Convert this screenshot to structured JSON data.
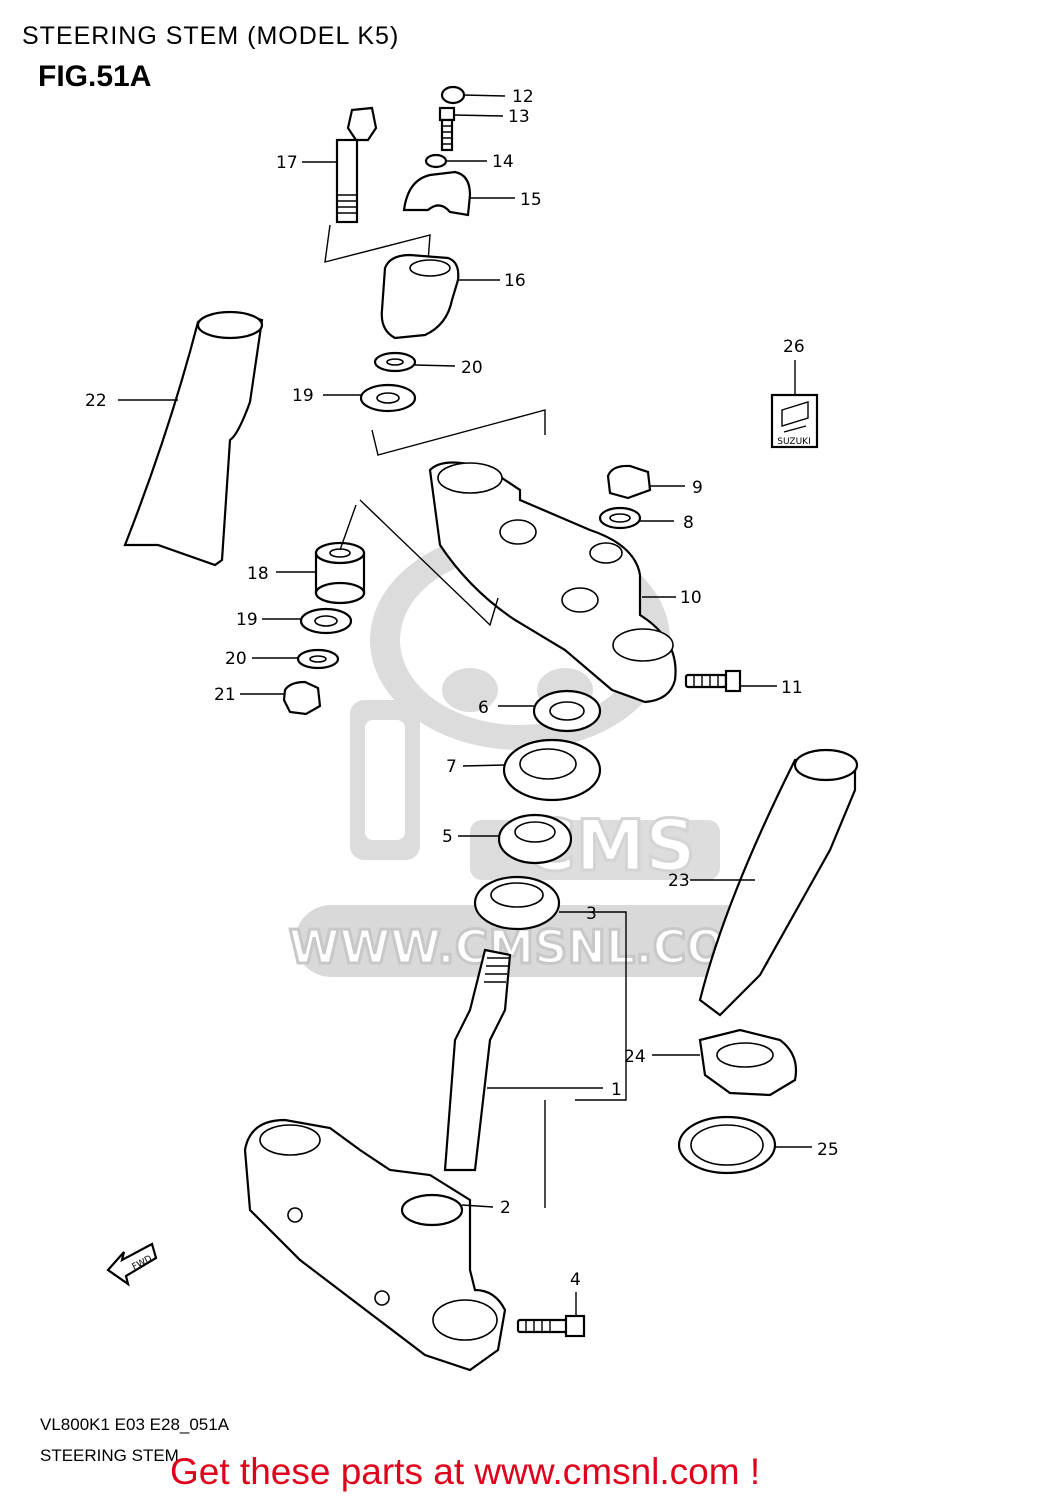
{
  "header": {
    "title": "STEERING STEM (MODEL K5)",
    "figure": "FIG.51A"
  },
  "watermark": {
    "url_text": "WWW.CMSNL.COM",
    "logo_text": "CMS"
  },
  "emblem": {
    "text": "SUZUKI"
  },
  "fwd_arrow": {
    "text": "FWD"
  },
  "callouts": {
    "c1": "1",
    "c2": "2",
    "c3": "3",
    "c4": "4",
    "c5": "5",
    "c6": "6",
    "c7": "7",
    "c8": "8",
    "c9": "9",
    "c10": "10",
    "c11": "11",
    "c12": "12",
    "c13": "13",
    "c14": "14",
    "c15": "15",
    "c16": "16",
    "c17": "17",
    "c18": "18",
    "c19a": "19",
    "c19b": "19",
    "c20a": "20",
    "c20b": "20",
    "c21": "21",
    "c22": "22",
    "c23": "23",
    "c24": "24",
    "c25": "25",
    "c26": "26"
  },
  "footer": {
    "code": "VL800K1 E03 E28_051A",
    "name": "STEERING STEM",
    "cta": "Get these parts at www.cmsnl.com !"
  }
}
